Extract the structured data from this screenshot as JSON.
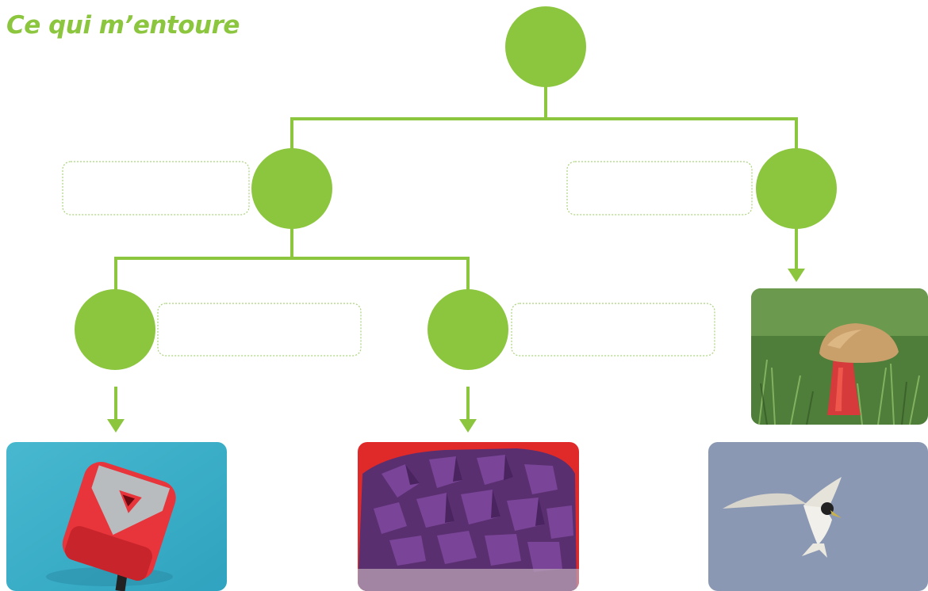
{
  "title": "Ce qui m’entoure",
  "colors": {
    "accent": "#8cc63f",
    "box_border": "#a9d37a"
  },
  "nodes": [
    {
      "id": "root",
      "label": ""
    },
    {
      "id": "left",
      "label": ""
    },
    {
      "id": "right",
      "label": ""
    },
    {
      "id": "left-left",
      "label": ""
    },
    {
      "id": "left-right",
      "label": ""
    }
  ],
  "answer_boxes": [
    {
      "id": "box-left",
      "value": ""
    },
    {
      "id": "box-right",
      "value": ""
    },
    {
      "id": "box-left-left",
      "value": ""
    },
    {
      "id": "box-left-right",
      "value": ""
    }
  ],
  "images": [
    {
      "id": "stapler",
      "subject": "red stapler on blue background"
    },
    {
      "id": "amethyst",
      "subject": "purple amethyst crystal on red background"
    },
    {
      "id": "mushroom",
      "subject": "mushroom in grass"
    },
    {
      "id": "bird",
      "subject": "tern in flight against grey sky"
    }
  ]
}
